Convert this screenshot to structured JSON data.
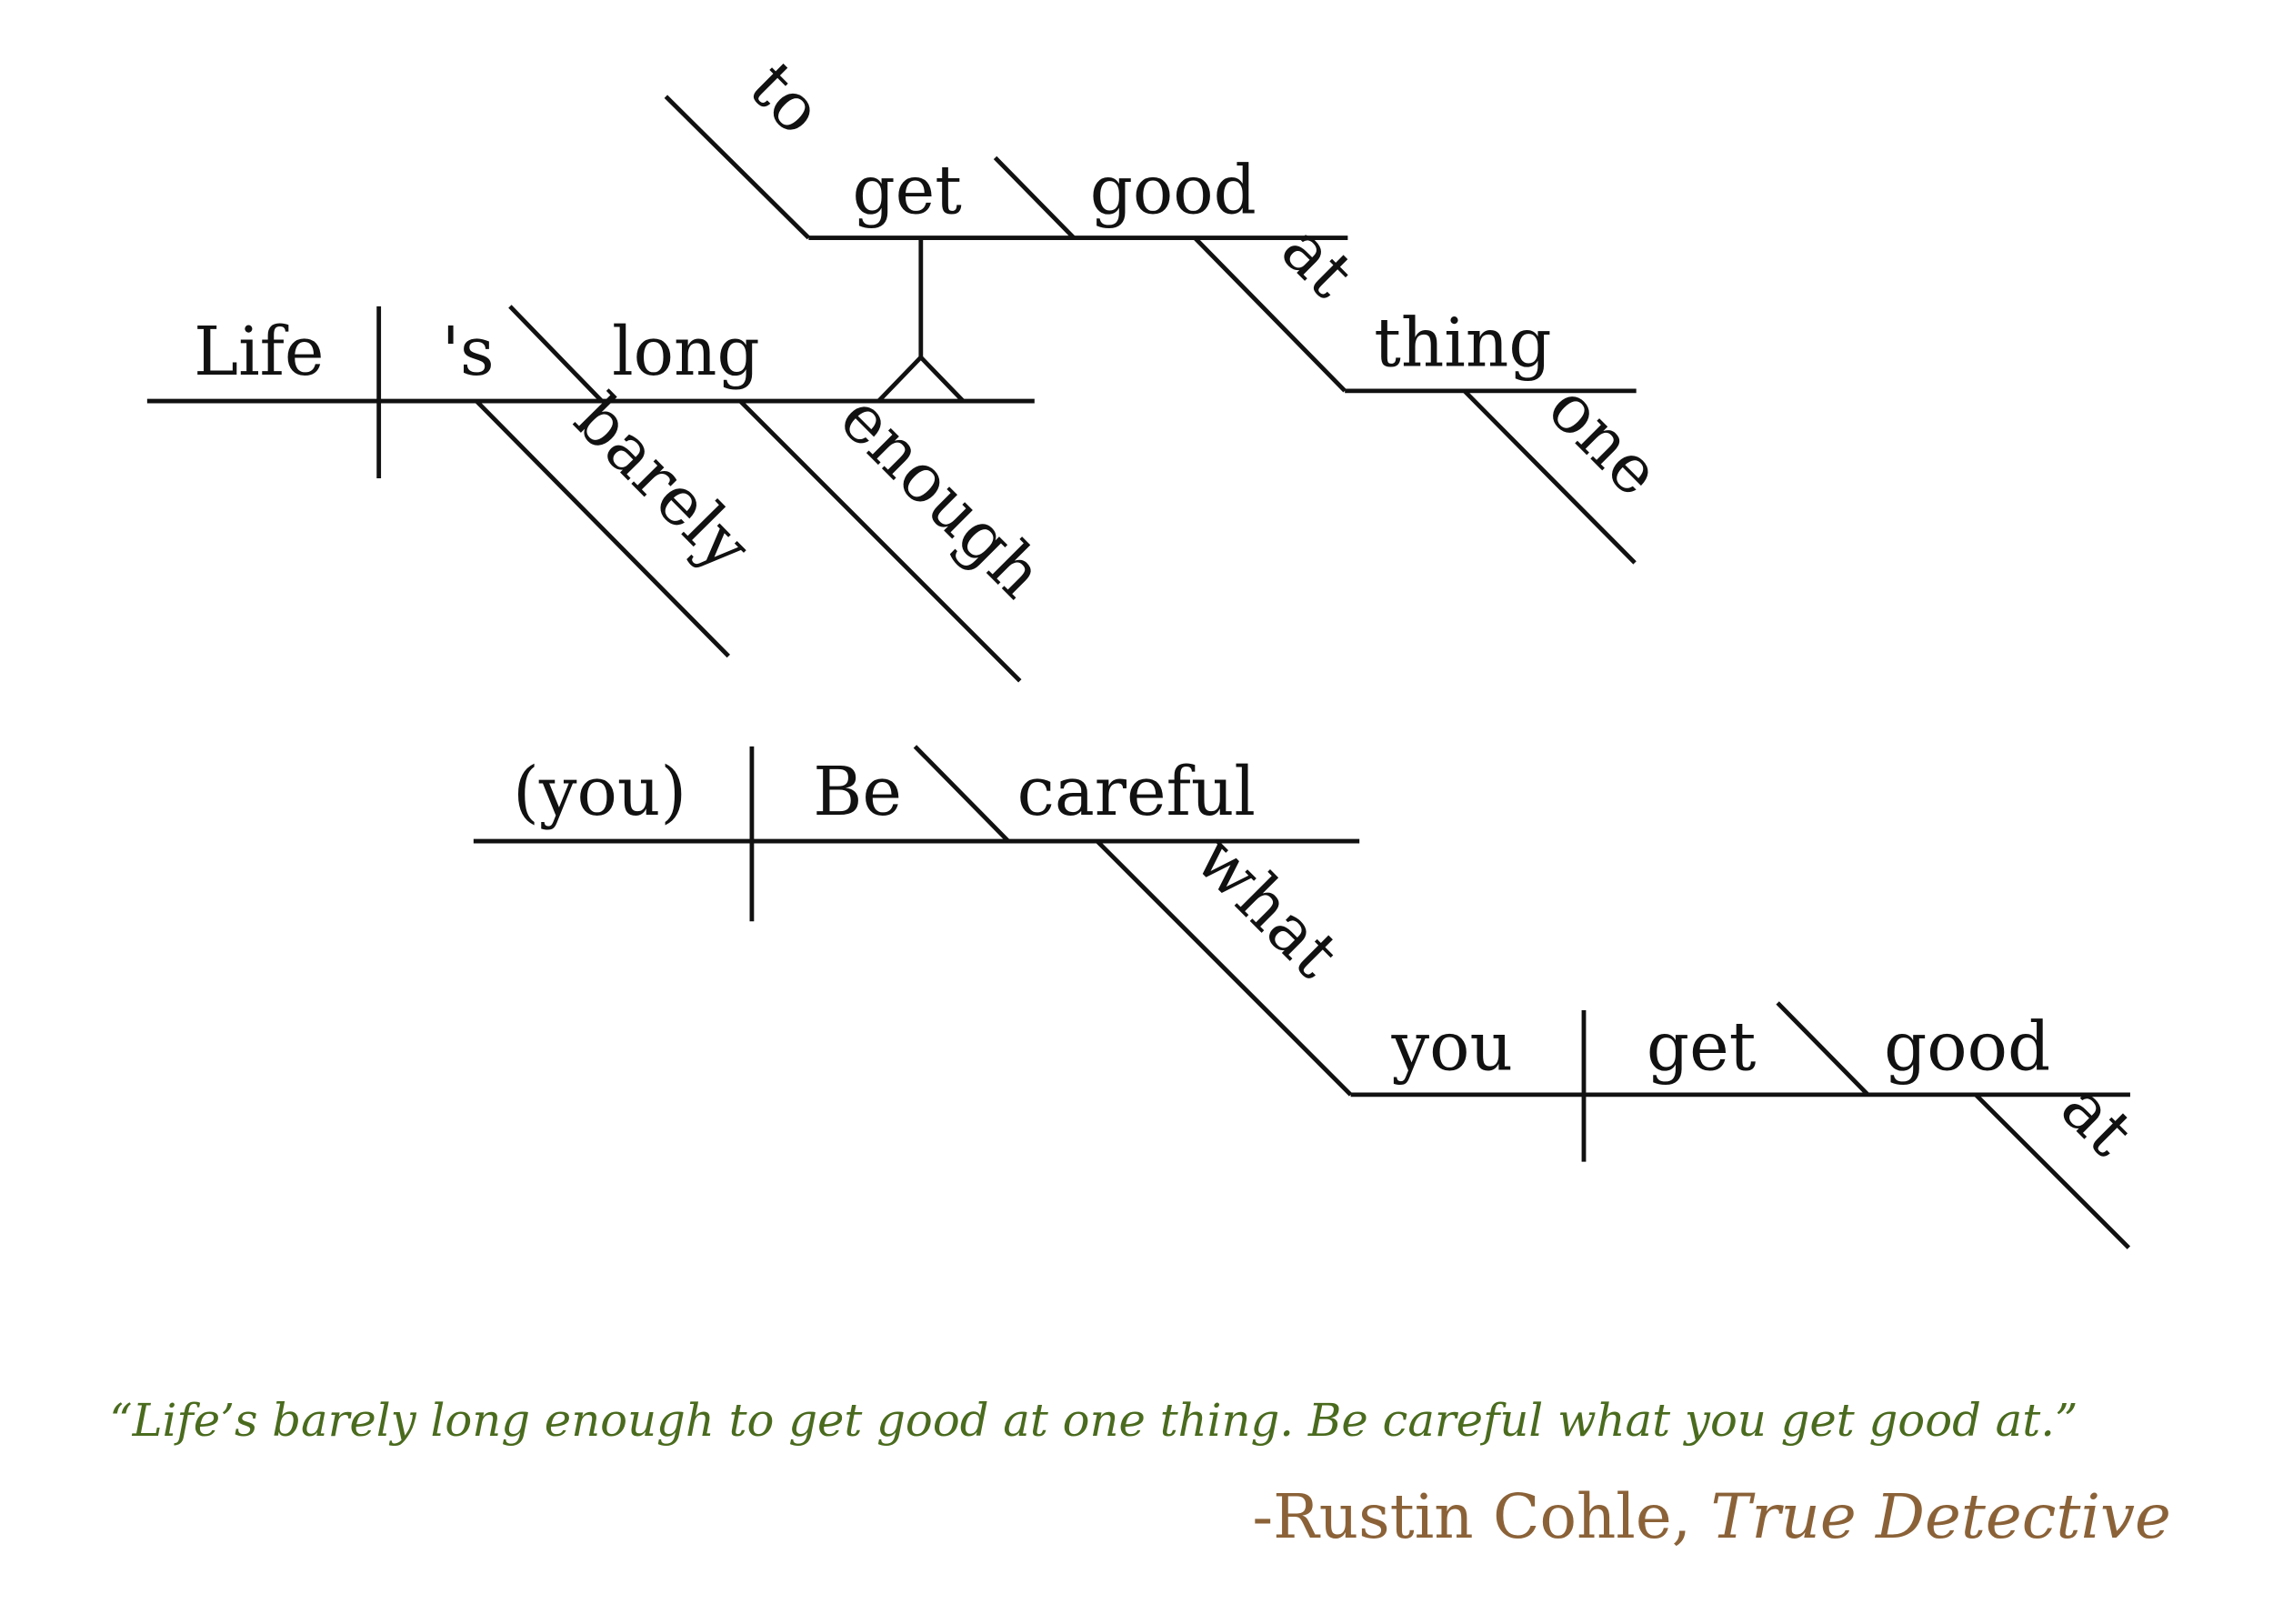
{
  "diagram": {
    "sentence1": {
      "subject": "Life",
      "verb": "'s",
      "complement": "long",
      "modifier_verb": "barely",
      "modifier_complement": "enough",
      "infinitive_marker": "to",
      "infinitive_verb": "get",
      "infinitive_complement": "good",
      "preposition": "at",
      "prep_object": "thing",
      "prep_object_modifier": "one"
    },
    "sentence2": {
      "subject": "(you)",
      "verb": "Be",
      "complement": "careful",
      "clause_connector": "what",
      "clause_subject": "you",
      "clause_verb": "get",
      "clause_complement": "good",
      "clause_preposition": "at"
    }
  },
  "quote": "“Life’s barely long enough to get good at one thing. Be careful what you get good at.”",
  "attribution": {
    "author": "-Rustin Cohle, ",
    "source": "True Detective"
  },
  "colors": {
    "quote": "#4a6b1e",
    "attribution": "#8b6238",
    "lines": "#111111"
  }
}
